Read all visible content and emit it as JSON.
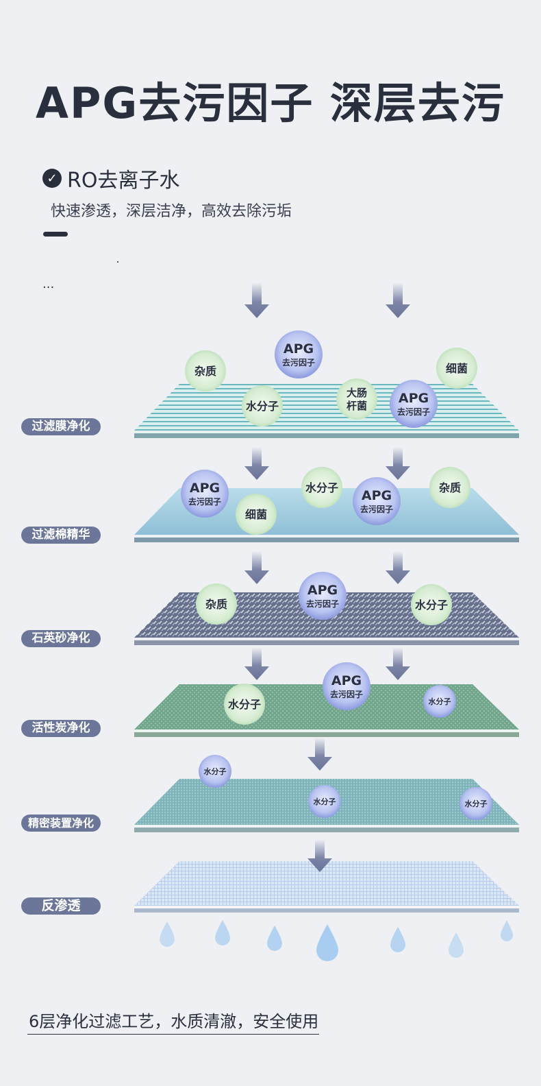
{
  "title": "APG去污因子  深层去污",
  "subtitle": {
    "heading": "RO去离子水",
    "description": "快速渗透，深层洁净，高效去除污垢",
    "ellipsis": "..."
  },
  "layers": [
    {
      "label": "过滤膜净化",
      "color_top": "#bfe3e4",
      "stripe": "#5fb2b8",
      "edge": "#7fa5ab"
    },
    {
      "label": "过滤棉精华",
      "color_top": "#9dc9dc",
      "stripe": "#b9dfea",
      "edge": "#7d99a8"
    },
    {
      "label": "石英砂净化",
      "color_top": "#6f7a95",
      "stripe": "#c9cfdc",
      "edge": "#8c94a8"
    },
    {
      "label": "活性炭净化",
      "color_top": "#6fa58b",
      "stripe": "#8fbea3",
      "edge": "#8aa897"
    },
    {
      "label": "精密装置净化",
      "color_top": "#6fa9b1",
      "stripe": "#9ccad0",
      "edge": "#8fa9ad"
    },
    {
      "label": "反渗透",
      "color_top": "#c7d9ee",
      "stripe": "#a9c3e6",
      "edge": "#a9b8cc"
    }
  ],
  "particles": {
    "apg_line1": "APG",
    "apg_line2": "去污因子",
    "impurity": "杂质",
    "water": "水分子",
    "bacteria": "细菌",
    "ecoli_line1": "大肠",
    "ecoli_line2": "杆菌"
  },
  "colors": {
    "arrow": "#6a7399",
    "label_bg": "#6b7699",
    "green_bubble": "#cfe6cf",
    "blue_bubble": "#a9b6e6",
    "drop": "#9fc8ee"
  },
  "footer": "6层净化过滤工艺，水质清澈，安全使用"
}
